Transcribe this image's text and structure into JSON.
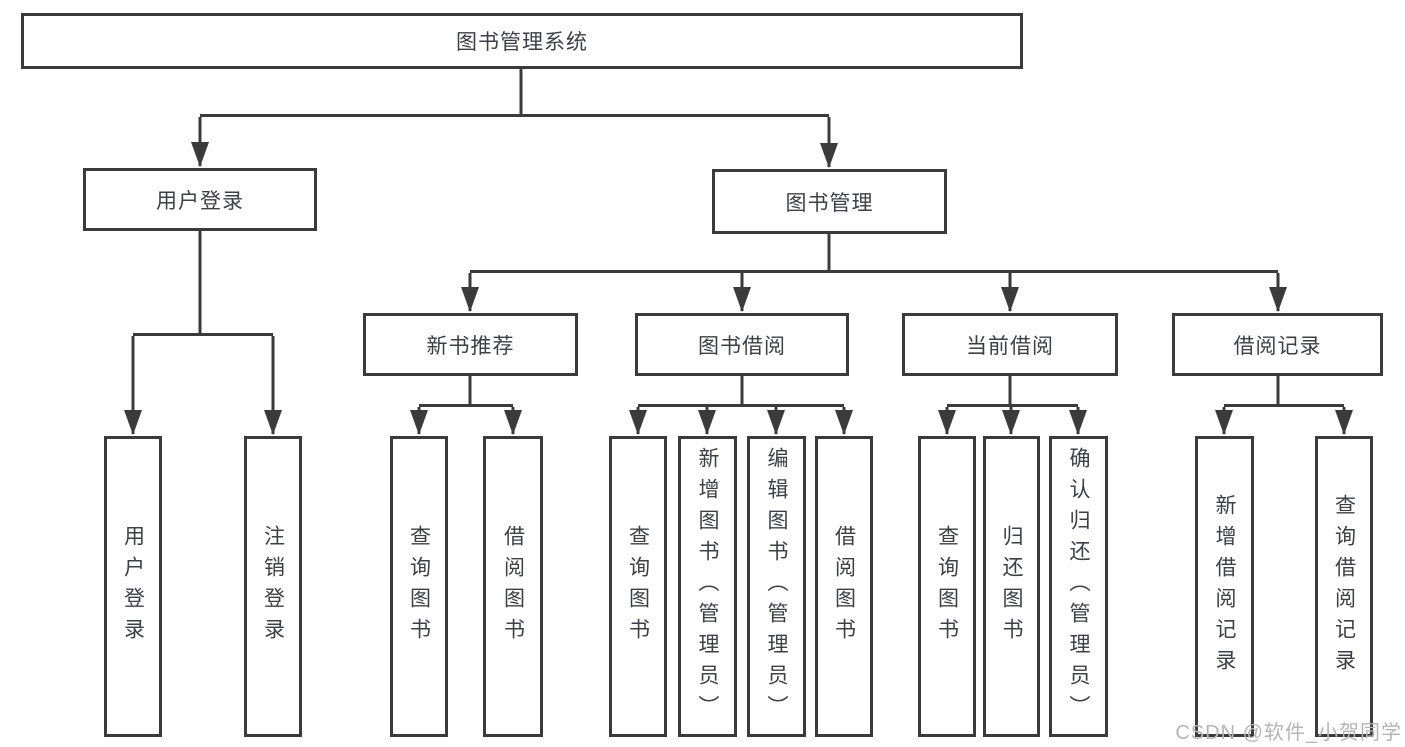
{
  "tree": {
    "root": "图书管理系统",
    "children": [
      {
        "label": "用户登录",
        "children": [
          "用户登录",
          "注销登录"
        ]
      },
      {
        "label": "图书管理",
        "children": [
          {
            "label": "新书推荐",
            "children": [
              "查询图书",
              "借阅图书"
            ]
          },
          {
            "label": "图书借阅",
            "children": [
              "查询图书",
              "新增图书（管理员）",
              "编辑图书（管理员）",
              "借阅图书"
            ]
          },
          {
            "label": "当前借阅",
            "children": [
              "查询图书",
              "归还图书",
              "确认归还（管理员）"
            ]
          },
          {
            "label": "借阅记录",
            "children": [
              "新增借阅记录",
              "查询借阅记录"
            ]
          }
        ]
      }
    ]
  },
  "watermark": "CSDN @软件_小贺同学",
  "colors": {
    "line": "#3b3b3b",
    "text": "#3f4045",
    "box_background": "#ffffff",
    "watermark": "#b5b5b5"
  }
}
